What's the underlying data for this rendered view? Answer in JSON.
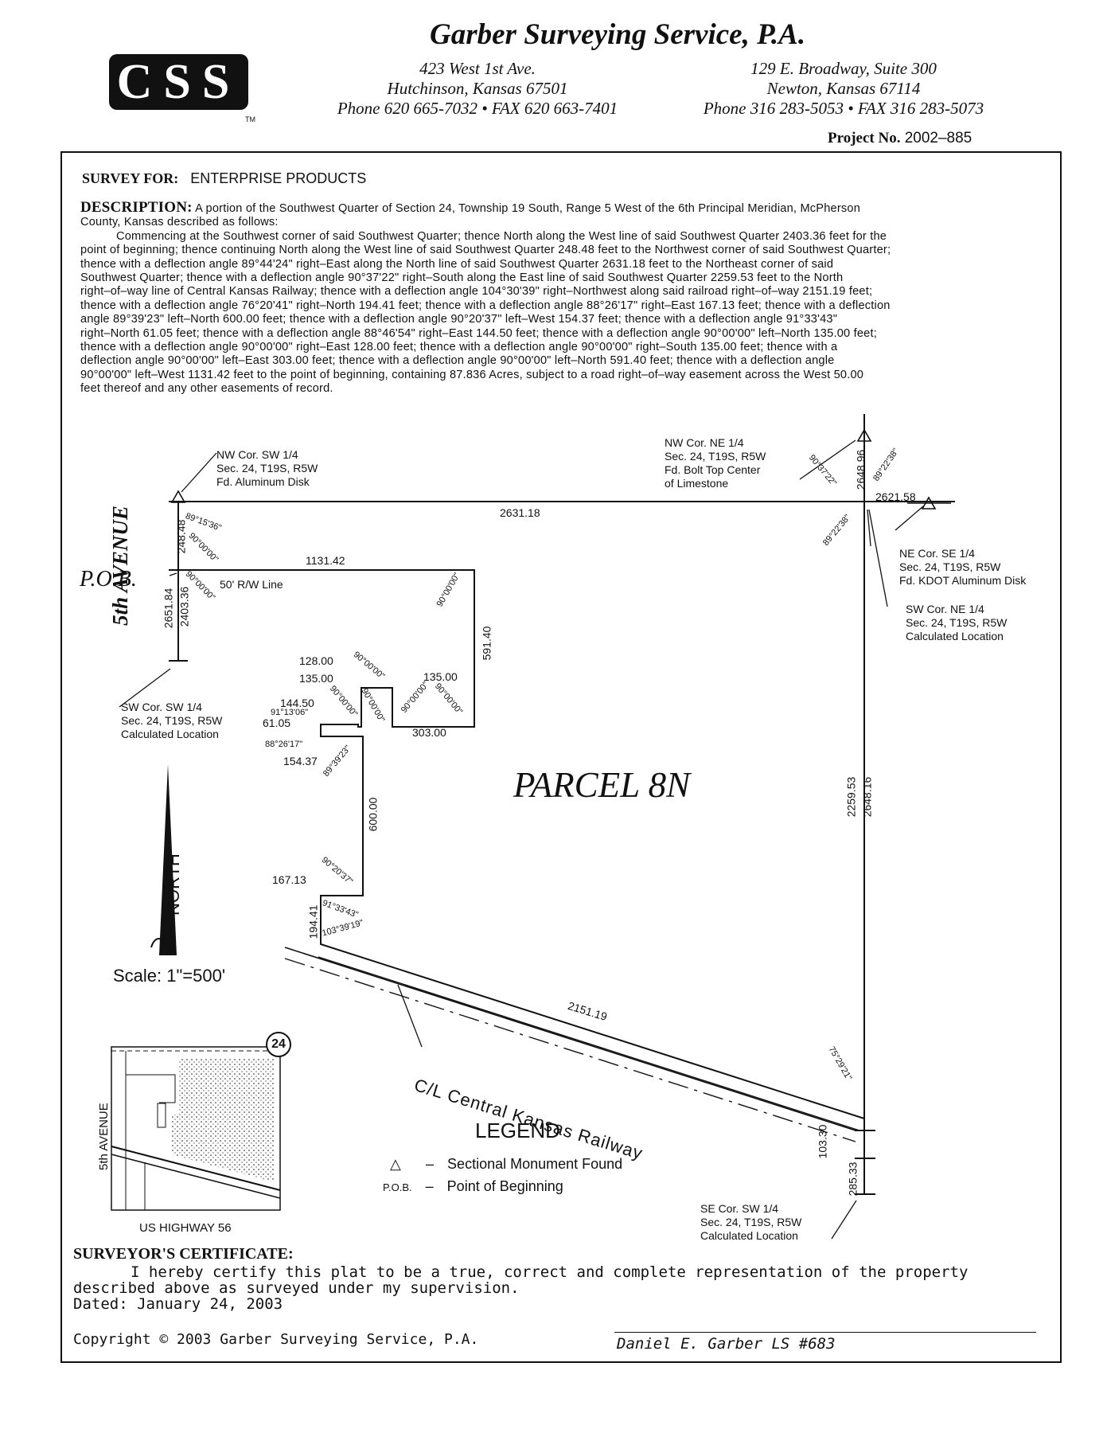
{
  "header": {
    "company": "Garber Surveying Service, P.A.",
    "logo_text": "CSS",
    "logo_tm": "TM",
    "office1": {
      "street": "423 West 1st Ave.",
      "city": "Hutchinson, Kansas 67501",
      "phone": "Phone 620 665-7032 • FAX 620 663-7401"
    },
    "office2": {
      "street": "129 E. Broadway, Suite 300",
      "city": "Newton, Kansas 67114",
      "phone": "Phone 316 283-5053 • FAX 316 283-5073"
    },
    "project_label": "Project No.",
    "project_no": "2002–885"
  },
  "survey_for": {
    "label": "SURVEY FOR:",
    "value": "ENTERPRISE PRODUCTS"
  },
  "description": {
    "label": "DESCRIPTION:",
    "lines": [
      "A portion of the Southwest Quarter of Section 24, Township 19 South, Range 5 West of the 6th Principal Meridian, McPherson",
      "County, Kansas described as follows:",
      "Commencing at the Southwest corner of said Southwest Quarter; thence North along the West line of said Southwest Quarter 2403.36 feet for the",
      "point of beginning; thence continuing North along the West line of said Southwest Quarter 248.48 feet to the Northwest corner of said Southwest Quarter;",
      "thence with a deflection angle 89°44'24\" right–East along the North line of said Southwest Quarter 2631.18 feet to the Northeast corner of said",
      "Southwest Quarter; thence with a deflection angle 90°37'22\" right–South along the East line of said Southwest Quarter 2259.53 feet to the North",
      "right–of–way line of Central Kansas Railway; thence with a deflection angle 104°30'39\" right–Northwest along said railroad right–of–way 2151.19 feet;",
      "thence with a deflection angle 76°20'41\" right–North 194.41 feet; thence with a deflection angle 88°26'17\" right–East 167.13 feet; thence with a deflection",
      "angle 89°39'23\" left–North 600.00 feet; thence with a deflection angle 90°20'37\" left–West 154.37 feet; thence with a deflection angle 91°33'43\"",
      "right–North 61.05 feet; thence with a deflection angle 88°46'54\" right–East 144.50 feet; thence with a deflection angle 90°00'00\" left–North 135.00 feet;",
      "thence with a deflection angle 90°00'00\" right–East 128.00 feet; thence with a deflection angle 90°00'00\" right–South 135.00 feet; thence with a",
      "deflection angle 90°00'00\" left–East 303.00 feet; thence with a deflection angle 90°00'00\" left–North 591.40 feet; thence with a deflection angle",
      "90°00'00\" left–West 1131.42 feet to the point of beginning, containing 87.836 Acres, subject to a road right–of–way easement across the West 50.00",
      "feet thereof and any other easements of record."
    ]
  },
  "plat": {
    "street_name": "5th AVENUE",
    "pob": "P.O.B.",
    "parcel": "PARCEL 8N",
    "rw_line": "50' R/W Line",
    "railway": "C/L Central Kansas Railway",
    "north": "NORTH",
    "scale": "Scale: 1\"=500'",
    "corners": {
      "nw_sw": [
        "NW Cor. SW 1/4",
        "Sec. 24, T19S, R5W",
        "Fd. Aluminum Disk"
      ],
      "nw_ne": [
        "NW Cor. NE 1/4",
        "Sec. 24, T19S, R5W",
        "Fd. Bolt Top Center",
        "of Limestone"
      ],
      "ne_se": [
        "NE Cor. SE 1/4",
        "Sec. 24, T19S, R5W",
        "Fd. KDOT Aluminum Disk"
      ],
      "sw_ne": [
        "SW Cor. NE 1/4",
        "Sec. 24, T19S, R5W",
        "Calculated Location"
      ],
      "sw_sw": [
        "SW Cor. SW 1/4",
        "Sec. 24, T19S, R5W",
        "Calculated Location"
      ],
      "se_sw": [
        "SE Cor. SW 1/4",
        "Sec. 24, T19S, R5W",
        "Calculated Location"
      ]
    },
    "dims": {
      "north_line": "2631.18",
      "top": "1131.42",
      "east_notch": "591.40",
      "bottom_notch": "303.00",
      "d128": "128.00",
      "d135a": "135.00",
      "d135b": "135.00",
      "d144": "144.50",
      "d61": "61.05",
      "d154": "154.37",
      "d600": "600.00",
      "d167": "167.13",
      "d194": "194.41",
      "rail": "2151.19",
      "east": "2259.53",
      "east_full": "2648.16",
      "ne_short": "2621.58",
      "ne_vert": "2648.96",
      "west_full": "2651.84",
      "west_a": "2403.36",
      "west_b": "248.48",
      "se_a": "103.30",
      "se_b": "285.33"
    },
    "angles": {
      "a1": "89°15'36\"",
      "a2": "90°00'00\"",
      "a3": "90°00'00\"",
      "a4": "90°00'00\"",
      "a5": "90°00'00\"",
      "a6": "90°00'00\"",
      "a7": "90°00'00\"",
      "a8": "90°00'00\"",
      "a9": "90°00'00\"",
      "a10": "91°13'06\"",
      "a11": "88°26'17\"",
      "a12": "89°39'23\"",
      "a13": "90°20'37\"",
      "a14": "91°33'43\"",
      "a15": "103°39'19\"",
      "a16": "75°29'21\"",
      "a17": "90°37'22\"",
      "a18": "89°22'38\"",
      "a19": "89°22'38\""
    }
  },
  "vicinity": {
    "section": "24",
    "road_v": "5th AVENUE",
    "road_h": "US HIGHWAY 56"
  },
  "legend": {
    "title": "LEGEND",
    "items": [
      {
        "key": "△",
        "text": "Sectional Monument Found"
      },
      {
        "key": "P.O.B.",
        "text": "Point of Beginning"
      }
    ]
  },
  "certificate": {
    "title": "SURVEYOR'S CERTIFICATE:",
    "body1": "I hereby certify this plat to be a true, correct and complete representation of the property",
    "body2": "described above as surveyed under my supervision.",
    "dated": "Dated: January 24, 2003"
  },
  "footer": {
    "copyright": "Copyright © 2003 Garber Surveying Service, P.A.",
    "signature": "Daniel E. Garber  LS #683"
  }
}
